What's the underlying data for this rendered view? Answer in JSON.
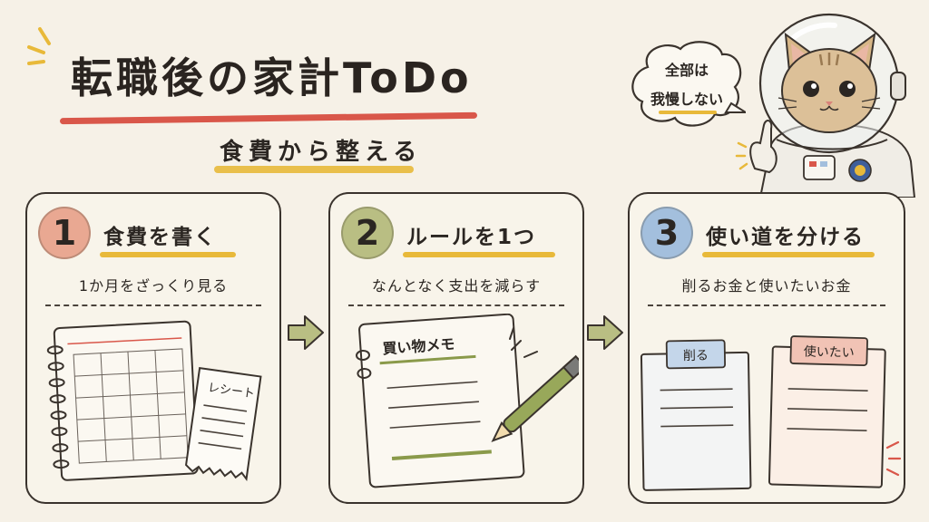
{
  "title": "転職後の家計ToDo",
  "subtitle": "食費から整える",
  "speech": {
    "line1": "全部は",
    "line2": "我慢しない"
  },
  "steps": [
    {
      "number": "1",
      "title": "食費を書く",
      "subtitle": "1か月をざっくり見る",
      "receipt_label": "レシート"
    },
    {
      "number": "2",
      "title": "ルールを1つ",
      "subtitle": "なんとなく支出を減らす",
      "memo_label": "買い物メモ"
    },
    {
      "number": "3",
      "title": "使い道を分ける",
      "subtitle": "削るお金と使いたいお金",
      "tag_cut": "削る",
      "tag_want": "使いたい"
    }
  ],
  "colors": {
    "background": "#f6f1e7",
    "accent_red": "#d9574a",
    "accent_yellow": "#e8b93a",
    "step1": "#e9a892",
    "step2": "#b9be83",
    "step3": "#a3bfdd"
  }
}
